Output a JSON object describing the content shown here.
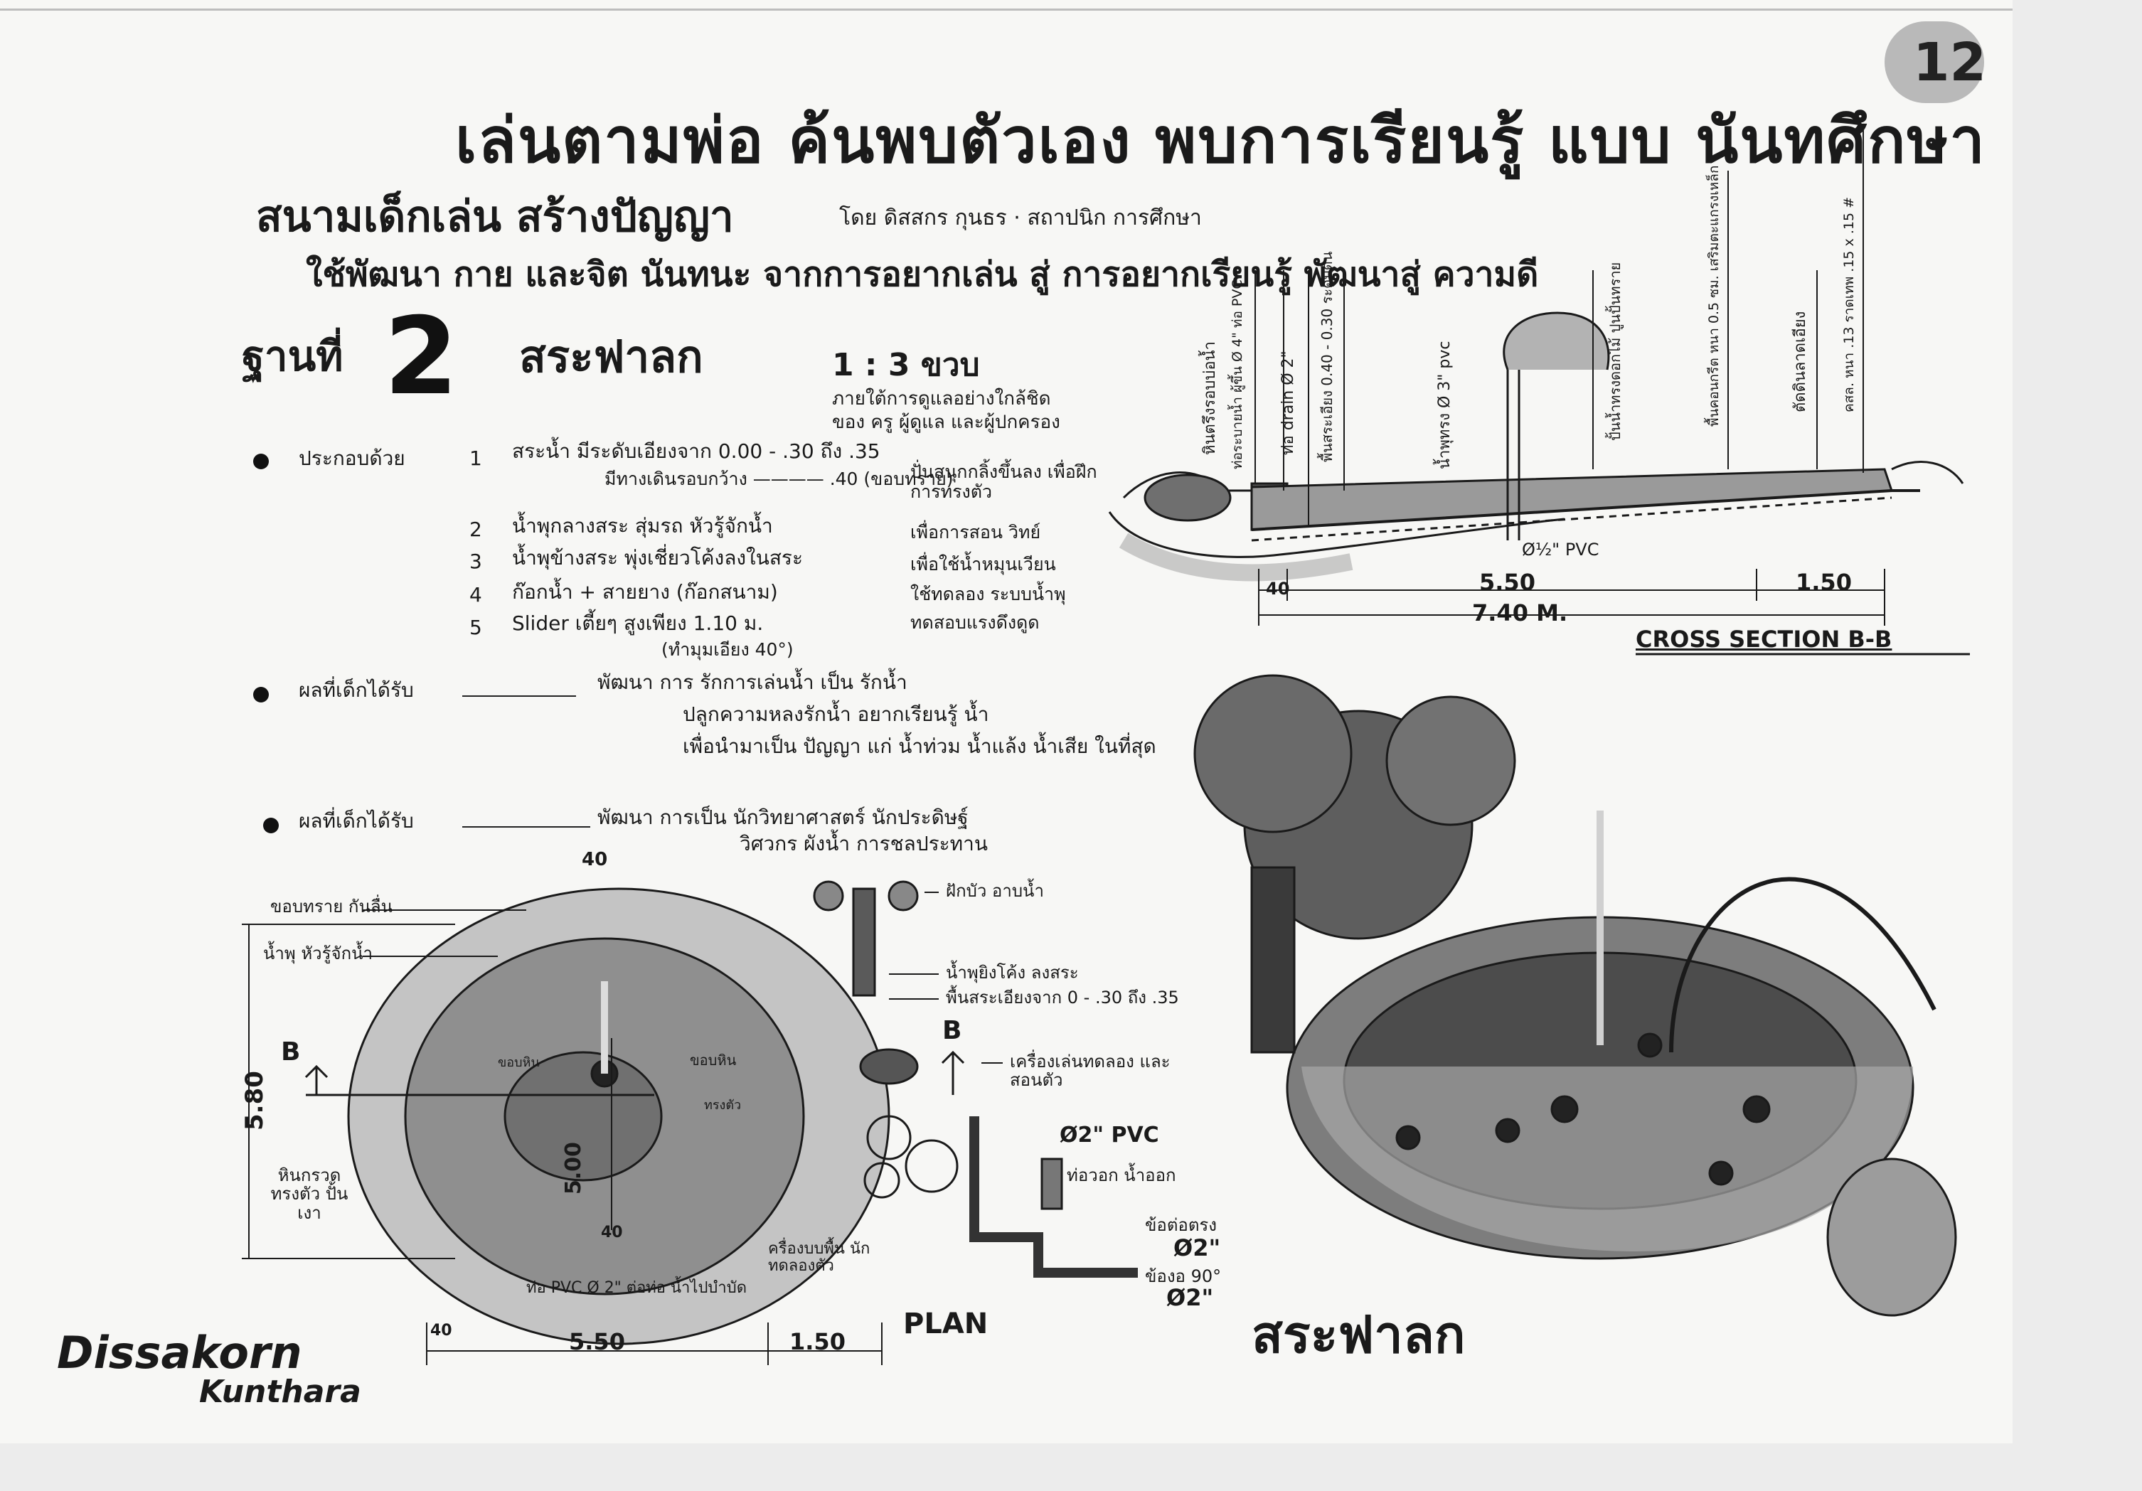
{
  "page_number": "12",
  "header": {
    "title": "เล่นตามพ่อ ค้นพบตัวเอง พบการเรียนรู้ แบบ นันทศึกษา",
    "subtitle": "สนามเด็กเล่น สร้างปัญญา",
    "author": "โดย ดิสสกร กุนธร · สถาปนิก การศึกษา",
    "tagline": "ใช้พัฒนา กาย และจิต นันทนะ จากการอยากเล่น สู่ การอยากเรียนรู้ พัฒนาสู่ ความดี"
  },
  "station": {
    "label": "ฐานที่",
    "number": "2",
    "name": "สระฟาลก",
    "ratio": "1 : 3 ขวบ",
    "note_lines": [
      "ภายใต้การดูแลอย่างใกล้ชิด",
      "ของ ครู ผู้ดูแล และผู้ปกครอง"
    ]
  },
  "composition": {
    "heading": "ประกอบด้วย",
    "items": [
      {
        "no": "1",
        "text": "สระน้ำ มีระดับเอียงจาก 0.00 - .30 ถึง .35",
        "detail": "มีทางเดินรอบกว้าง ———— .40 (ขอบทราย)",
        "purpose": "ปั่นสนุกกลิ้งขึ้นลง เพื่อฝึกการทรงตัว"
      },
      {
        "no": "2",
        "text": "น้ำพุกลางสระ สุ่มรถ หัวรู้จักน้ำ",
        "purpose": "เพื่อการสอน วิทย์"
      },
      {
        "no": "3",
        "text": "น้ำพุข้างสระ พุ่งเชี่ยวโค้งลงในสระ",
        "purpose": "เพื่อใช้น้ำหมุนเวียน"
      },
      {
        "no": "4",
        "text": "ก๊อกน้ำ + สายยาง (ก๊อกสนาม)",
        "purpose": "ใช้ทดลอง ระบบน้ำพุ"
      },
      {
        "no": "5",
        "text": "Slider เตี้ยๆ สูงเพียง 1.10 ม.",
        "detail": "(ทำมุมเอียง 40°)",
        "purpose": "ทดสอบแรงดึงดูด"
      }
    ]
  },
  "outcomes": [
    {
      "heading": "ผลที่เด็กได้รับ",
      "lines": [
        "พัฒนา การ รักการเล่นน้ำ เป็น รักน้ำ",
        "ปลูกความหลงรักน้ำ อยากเรียนรู้ น้ำ",
        "เพื่อนำมาเป็น ปัญญา แก่ น้ำท่วม น้ำแล้ง น้ำเสีย ในที่สุด"
      ]
    },
    {
      "heading": "ผลที่เด็กได้รับ",
      "lines": [
        "พัฒนา การเป็น นักวิทยาศาสตร์ นักประดิษฐ์",
        "วิศวกร ผังน้ำ การชลประทาน"
      ]
    }
  ],
  "cross_section": {
    "title": "CROSS SECTION B-B",
    "dims": {
      "pool": "5.50",
      "edge": "1.50",
      "total": "7.40 M.",
      "start": "40"
    },
    "labels": [
      "หินตรึงรอบบ่อน้ำ",
      "ท่อระบายน้ำ ผู้ขึ้น Ø 4\" ท่อ PVC",
      "ท่อ drain Ø 2\"",
      "พื้นสระเอียง 0.40 - 0.30 ระดับดิน",
      "น้ำพุทรง Ø 3\" pvc",
      "ปั้นน้ำทรงดอกไม้ ปูนปั้นทราย",
      "พื้นคอนกรีต หนา 0.5 ซม. เสริมตะแกรงเหล็ก",
      "ตัดดินลาดเอียง",
      "คสล. หนา .13 ราดเทพ .15 x .15 #"
    ],
    "pipe_label": "Ø½\" PVC"
  },
  "plan": {
    "title": "PLAN",
    "dims": {
      "width": "5.50",
      "edge": "1.50",
      "height": "5.80",
      "inner": "5.00",
      "top": "40",
      "bottom": "40",
      "left": "40"
    },
    "section_marks": [
      "B",
      "B"
    ],
    "labels_left": [
      "ขอบทราย กันลื่น",
      "น้ำพุ หัวรู้จักน้ำ",
      "หินกรวด ทรงตัว ปั้นเงา"
    ],
    "labels_right": [
      "ฝักบัว อาบน้ำ",
      "น้ำพุยิงโค้ง ลงสระ",
      "พื้นสระเอียงจาก 0 - .30 ถึง .35",
      "เครื่องเล่นทดลอง และสอนตัว"
    ],
    "labels_bottom": [
      "ท่อ PVC Ø 2\" ต่อท่อ น้ำไปบำบัด",
      "ครื่องบบพื้น นักทดลองตัว"
    ],
    "inner_labels": [
      "ขอบหิน",
      "ขอบหิน",
      "ทรงตัว"
    ],
    "pipe_detail": {
      "pipe": "Ø2\" PVC",
      "valve": "ท่อวอก น้ำออก",
      "connector": "ข้อต่อตรง",
      "d1": "Ø2\"",
      "elbow": "ข้องอ 90°",
      "d2": "Ø2\""
    }
  },
  "perspective": {
    "title": "สระฟาลก"
  },
  "signature": {
    "line1": "Dissakorn",
    "line2": "Kunthara"
  },
  "colors": {
    "ink": "#1a1a1a",
    "wash": "#8a8a8a",
    "paper": "#f7f7f5",
    "badge": "#b9b9b9"
  }
}
